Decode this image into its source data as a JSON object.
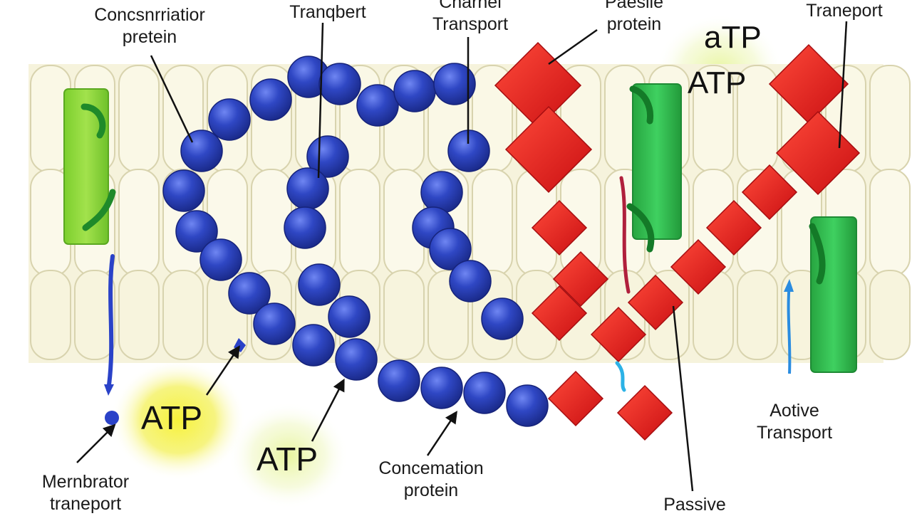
{
  "labels": {
    "concentration_protein_top": "Concsnrriatior\npretein",
    "transport_top": "Tranqbert",
    "channel_transport": "Charnel\nTransport",
    "passive_protein": "Paesile\nprotein",
    "transport_top_right": "Traneport",
    "active_transport": "Aotive\nTransport",
    "concentration_protein_bottom": "Concemation\nprotein",
    "membrane_transport": "Mernbrator\ntraneport",
    "passive_bottom": "Passive"
  },
  "atp_labels": {
    "atp_top_a": "aTP",
    "atp_top": "ATP",
    "atp_bottom_left": "ATP",
    "atp_bottom_center": "ATP"
  },
  "colors": {
    "membrane_fill": "#f6f3dc",
    "membrane_edge": "#d8d3ae",
    "bead_blue": "#2f47c4",
    "diamond_red": "#e01e1e",
    "protein_green": "#2fb84e",
    "protein_lime": "#8ed63a",
    "atp_glow": "#f2ee36"
  },
  "icons": [
    "blue-bead-chain",
    "red-diamond-chain",
    "green-channel-protein",
    "arrow-icon"
  ]
}
